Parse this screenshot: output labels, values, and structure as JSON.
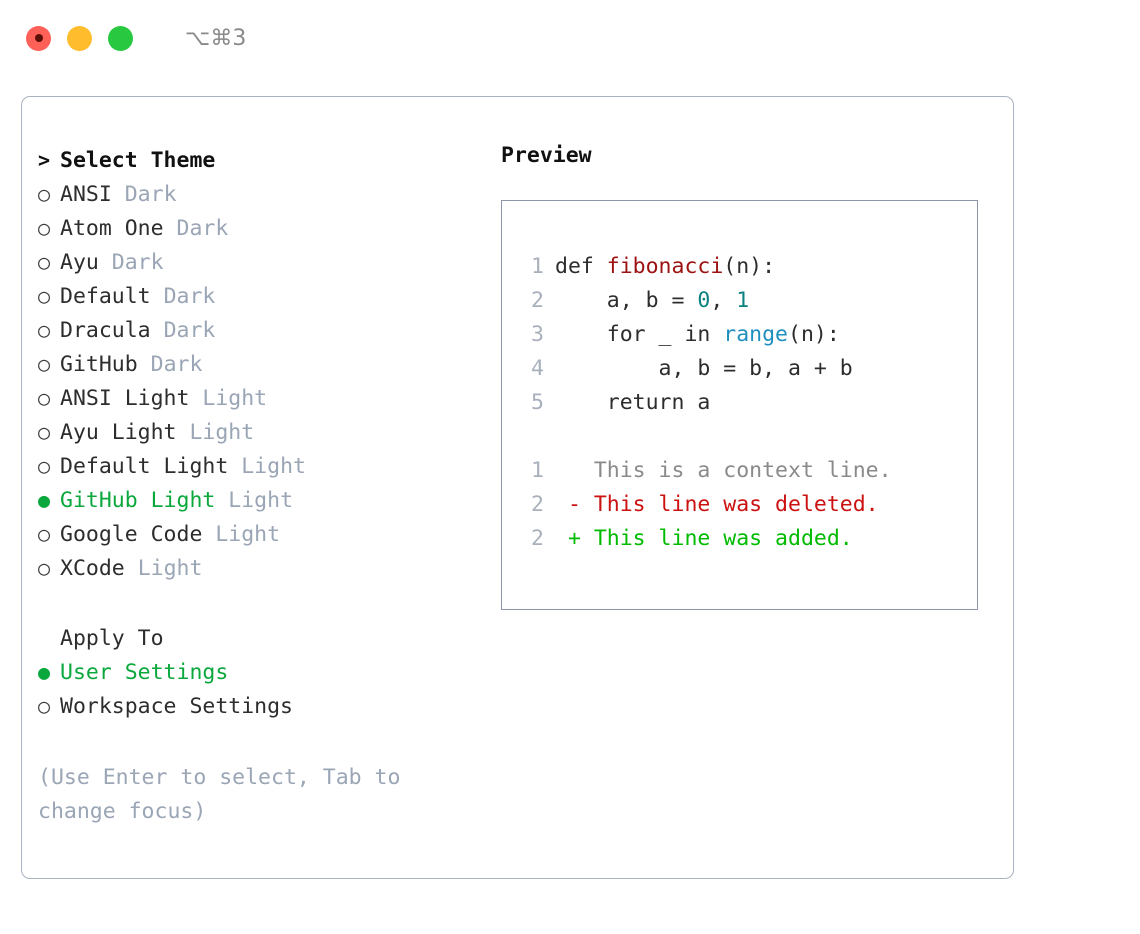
{
  "titlebar": {
    "shortcut": "⌥⌘3",
    "lights": [
      "close",
      "minimize",
      "zoom"
    ]
  },
  "theme_picker": {
    "heading": "Select Theme",
    "caret": ">",
    "marker_unselected": "○",
    "marker_selected": "●",
    "items": [
      {
        "name": "ANSI",
        "tag": "Dark",
        "selected": false
      },
      {
        "name": "Atom One",
        "tag": "Dark",
        "selected": false
      },
      {
        "name": "Ayu",
        "tag": "Dark",
        "selected": false
      },
      {
        "name": "Default",
        "tag": "Dark",
        "selected": false
      },
      {
        "name": "Dracula",
        "tag": "Dark",
        "selected": false
      },
      {
        "name": "GitHub",
        "tag": "Dark",
        "selected": false
      },
      {
        "name": "ANSI Light",
        "tag": "Light",
        "selected": false
      },
      {
        "name": "Ayu Light",
        "tag": "Light",
        "selected": false
      },
      {
        "name": "Default Light",
        "tag": "Light",
        "selected": false
      },
      {
        "name": "GitHub Light",
        "tag": "Light",
        "selected": true
      },
      {
        "name": "Google Code",
        "tag": "Light",
        "selected": false
      },
      {
        "name": "XCode",
        "tag": "Light",
        "selected": false
      }
    ]
  },
  "apply_to": {
    "heading": "Apply To",
    "items": [
      {
        "name": "User Settings",
        "selected": true
      },
      {
        "name": "Workspace Settings",
        "selected": false
      }
    ]
  },
  "hint": {
    "line1": "(Use Enter to select, Tab to",
    "line2": "change focus)"
  },
  "preview": {
    "heading": "Preview",
    "code_lines": [
      {
        "no": "1",
        "tokens": [
          {
            "t": "def ",
            "c": "plain"
          },
          {
            "t": "fibonacci",
            "c": "func"
          },
          {
            "t": "(n):",
            "c": "plain"
          }
        ]
      },
      {
        "no": "2",
        "tokens": [
          {
            "t": "    a, b = ",
            "c": "plain"
          },
          {
            "t": "0",
            "c": "num"
          },
          {
            "t": ", ",
            "c": "plain"
          },
          {
            "t": "1",
            "c": "num"
          }
        ]
      },
      {
        "no": "3",
        "tokens": [
          {
            "t": "    for _ in ",
            "c": "plain"
          },
          {
            "t": "range",
            "c": "builtin"
          },
          {
            "t": "(n):",
            "c": "plain"
          }
        ]
      },
      {
        "no": "4",
        "tokens": [
          {
            "t": "        a, b = b, a + b",
            "c": "plain"
          }
        ]
      },
      {
        "no": "5",
        "tokens": [
          {
            "t": "    return a",
            "c": "plain"
          }
        ]
      }
    ],
    "diff_lines": [
      {
        "no": "1",
        "sign": " ",
        "text": "This is a context line.",
        "kind": "ctx"
      },
      {
        "no": "2",
        "sign": "-",
        "text": "This line was deleted.",
        "kind": "del"
      },
      {
        "no": "2",
        "sign": "+",
        "text": "This line was added.",
        "kind": "add"
      }
    ]
  },
  "colors": {
    "accent_green": "#0aa83c",
    "diff_add": "#00bb00",
    "diff_del": "#cc1111",
    "tag_muted": "#9aa5b5",
    "panel_border": "#a9b2c0",
    "preview_border": "#8b97a8",
    "func": "#9c1111",
    "num": "#0b8282",
    "builtin": "#1f8fc0"
  }
}
